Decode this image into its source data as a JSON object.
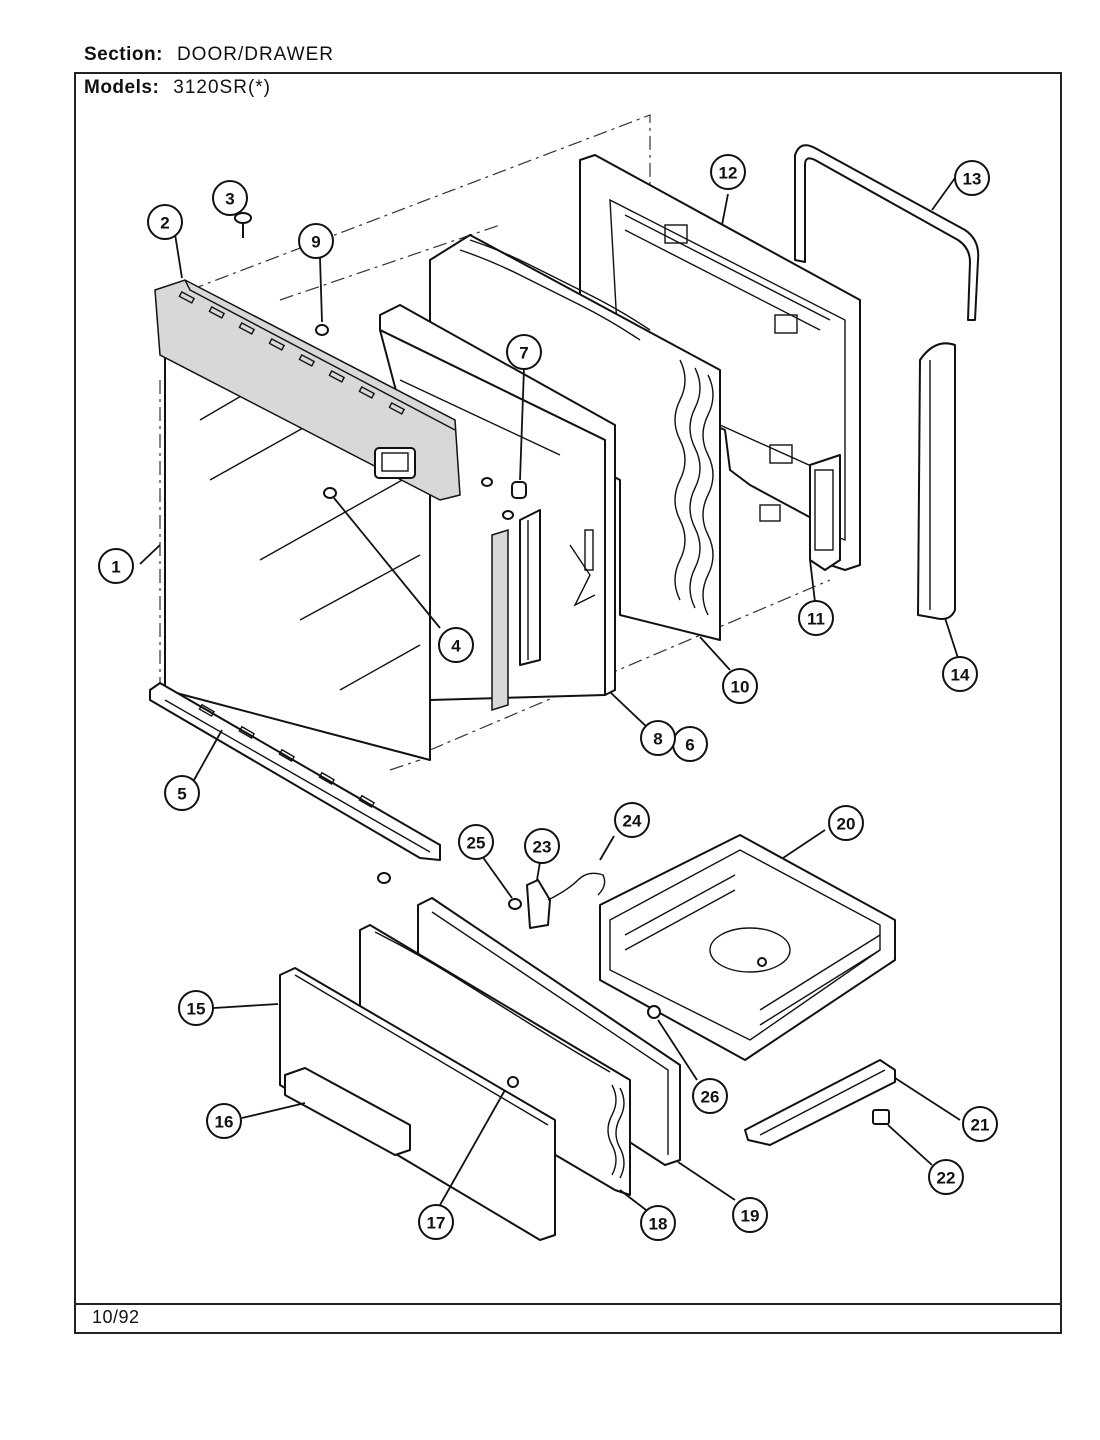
{
  "header": {
    "section_label": "Section:",
    "section_value": "DOOR/DRAWER",
    "models_label": "Models:",
    "models_value": "3120SR(*)"
  },
  "footer": {
    "date_code": "10/92"
  },
  "callouts": [
    "1",
    "2",
    "3",
    "4",
    "5",
    "6",
    "7",
    "8",
    "9",
    "10",
    "11",
    "12",
    "13",
    "14",
    "15",
    "16",
    "17",
    "18",
    "19",
    "20",
    "21",
    "22",
    "23",
    "24",
    "25",
    "26"
  ]
}
